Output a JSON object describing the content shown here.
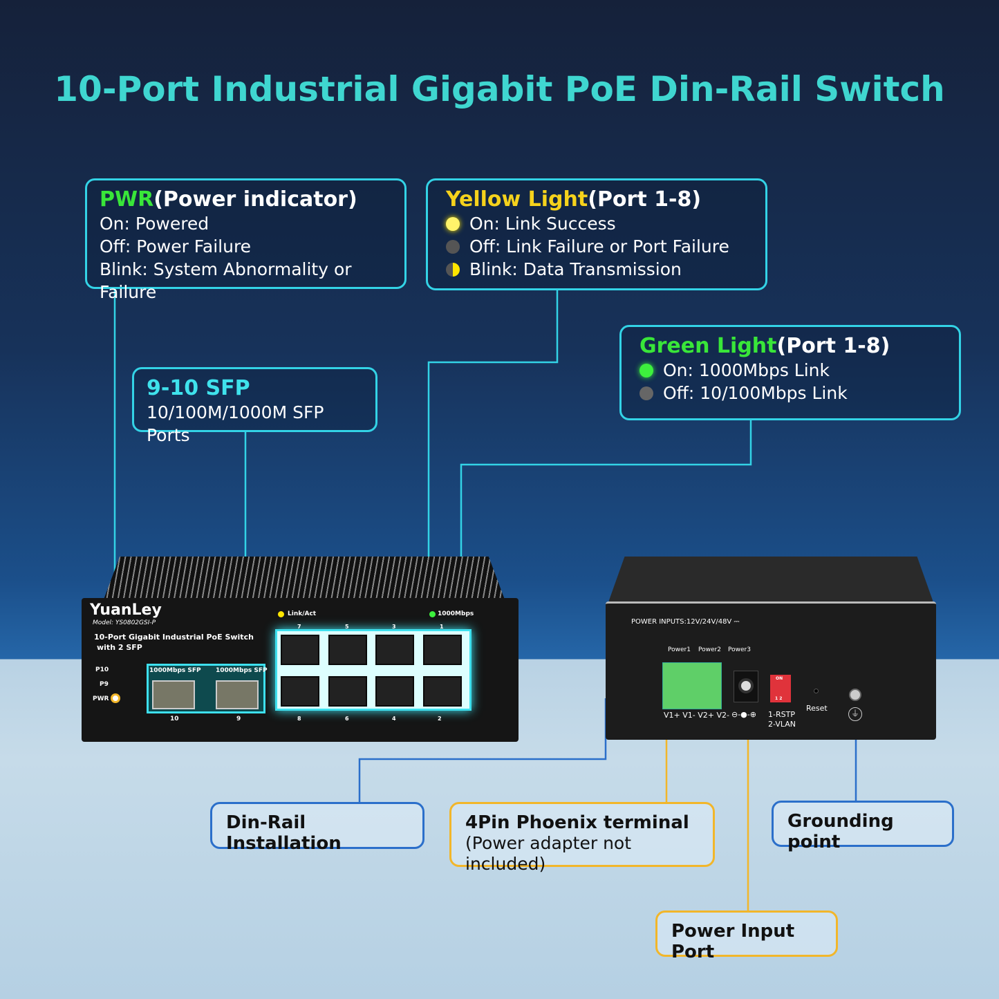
{
  "title": "10-Port Industrial Gigabit PoE Din-Rail Switch",
  "pwr_box": {
    "key": "PWR",
    "heading": "(Power indicator)",
    "lines": [
      "On: Powered",
      "Off: Power Failure",
      "Blink: System Abnormality or Failure"
    ],
    "key_color": "#39e639"
  },
  "yellow_box": {
    "key": "Yellow Light",
    "heading": "(Port 1-8)",
    "lines": [
      "On: Link Success",
      "Off: Link Failure or Port Failure",
      "Blink: Data Transmission"
    ],
    "key_color": "#f5d21c"
  },
  "green_box": {
    "key": "Green Light",
    "heading": "(Port 1-8)",
    "lines": [
      "On: 1000Mbps Link",
      "Off: 10/100Mbps Link"
    ],
    "key_color": "#39e639"
  },
  "sfp_box": {
    "heading": "9-10 SFP",
    "line": "10/100M/1000M SFP Ports"
  },
  "front": {
    "brand": "YuanLey",
    "model": "Model: YS0802GSI-P",
    "desc1": "10-Port Gigabit Industrial PoE Switch",
    "desc2": "with 2 SFP",
    "leds": [
      "P10",
      "P9",
      "PWR"
    ],
    "sfp_label": "1000Mbps SFP",
    "sfp_ports": [
      "10",
      "9"
    ],
    "link_act": "Link/Act",
    "mbps": "1000Mbps",
    "top_ports": [
      "7",
      "5",
      "3",
      "1"
    ],
    "bottom_ports": [
      "8",
      "6",
      "4",
      "2"
    ]
  },
  "back": {
    "power_inputs": "POWER INPUTS:12V/24V/48V ⎓",
    "power_labels": [
      "Power1",
      "Power2",
      "Power3"
    ],
    "terminal": "V1+ V1- V2+ V2-",
    "polarity": "⊖-●-⊕",
    "dip_on": "ON",
    "dip_nums": "1 2",
    "dip1": "1-RSTP",
    "dip2": "2-VLAN",
    "reset": "Reset"
  },
  "labels": {
    "din": "Din-Rail Installation",
    "phoenix": "4Pin Phoenix terminal",
    "phoenix_note": "(Power adapter not included)",
    "ground": "Grounding point",
    "power_port": "Power Input Port"
  },
  "colors": {
    "cyan": "#33d3e6",
    "blue": "#2b6fca",
    "orange": "#f2b62a"
  }
}
